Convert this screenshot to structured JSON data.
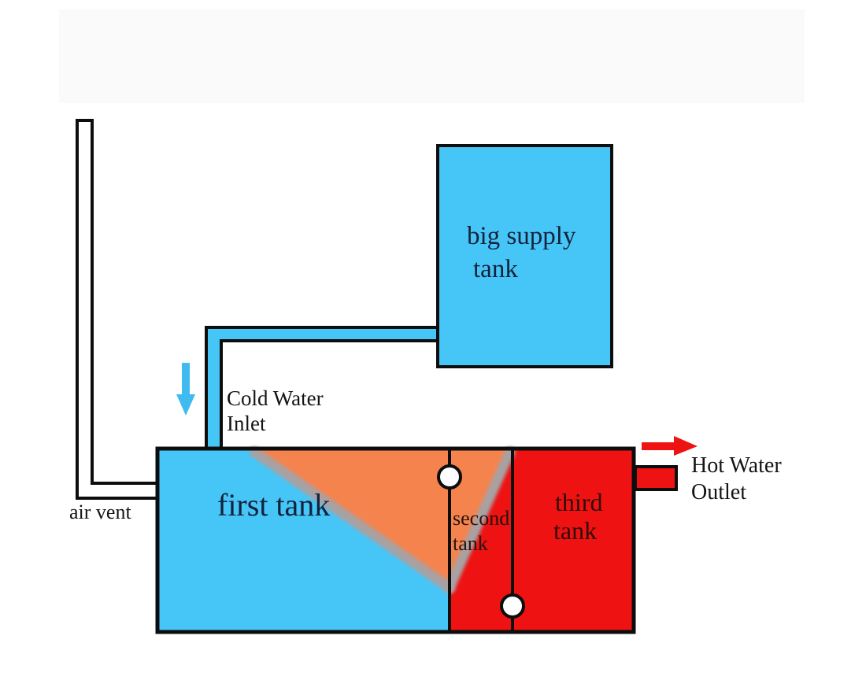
{
  "labels": {
    "air_vent": "air vent",
    "cold_water_inlet": {
      "line1": "Cold Water",
      "line2": "Inlet"
    },
    "big_supply_tank": {
      "line1": "big supply",
      "line2": "tank"
    },
    "first_tank": "first tank",
    "second_tank": {
      "line1": "second",
      "line2": "tank"
    },
    "third_tank": {
      "line1": "third",
      "line2": "tank"
    },
    "hot_water_outlet": {
      "line1": "Hot Water",
      "line2": "Outlet"
    }
  },
  "colors": {
    "cold_water_blue": "#45C6F7",
    "hot_water_red": "#EE1212",
    "warm_water_orange": "#F5834E",
    "thermocline_gray": "#A8A1A3",
    "inlet_arrow_blue": "#3FBBF0",
    "pipe_white": "#FFFFFF",
    "top_panel_gray": "#FAFAFA"
  }
}
